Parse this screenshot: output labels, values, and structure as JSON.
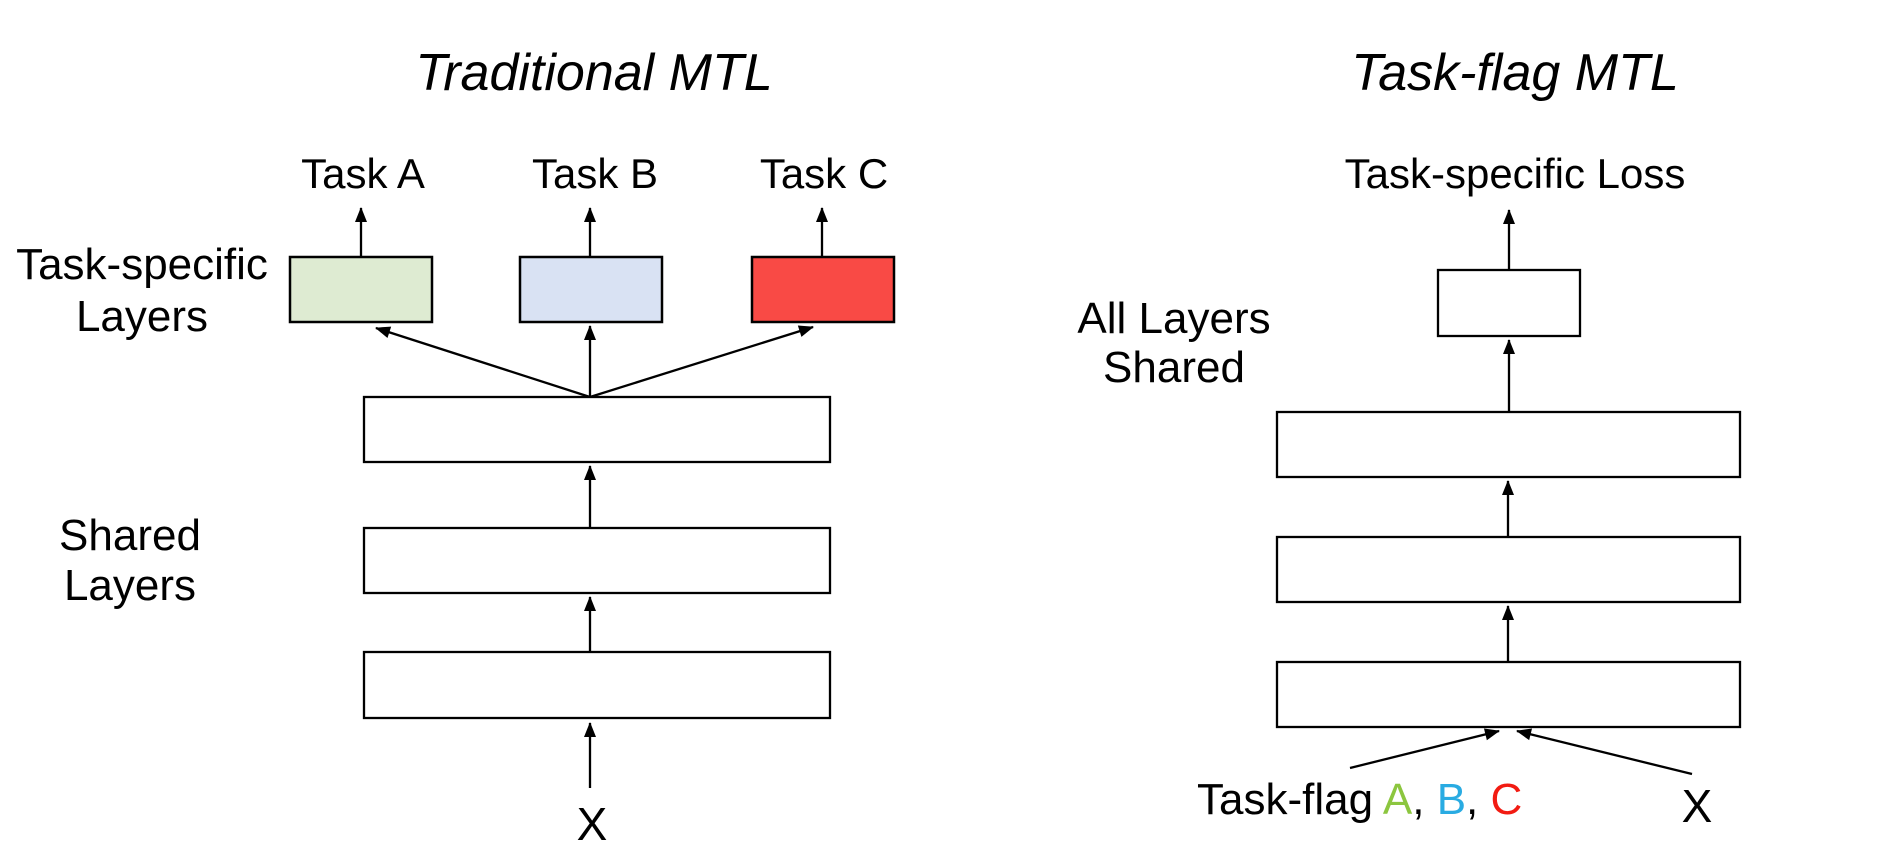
{
  "diagram": {
    "kind": "multi-task-learning architecture comparison"
  },
  "colors": {
    "task_a_label": "#8CC63F",
    "task_b_label": "#29ABE2",
    "task_c_label": "#F21B12",
    "task_a_fill": "#DEEBD2",
    "task_b_fill": "#D9E2F3",
    "task_c_fill": "#F94A45",
    "outline": "#000000",
    "background": "#FFFFFF"
  },
  "left": {
    "title": "Traditional MTL",
    "task_labels": [
      "Task A",
      "Task B",
      "Task C"
    ],
    "task_specific_label_line1": "Task-specific",
    "task_specific_label_line2": "Layers",
    "shared_label_line1": "Shared",
    "shared_label_line2": "Layers",
    "input": "X"
  },
  "right": {
    "title": "Task-flag MTL",
    "loss_label": "Task-specific Loss",
    "all_shared_label_line1": "All Layers",
    "all_shared_label_line2": "Shared",
    "flag_prefix": "Task-flag ",
    "flag_a": "A",
    "flag_sep1": ", ",
    "flag_b": "B",
    "flag_sep2": ", ",
    "flag_c": "C",
    "input": "X"
  }
}
